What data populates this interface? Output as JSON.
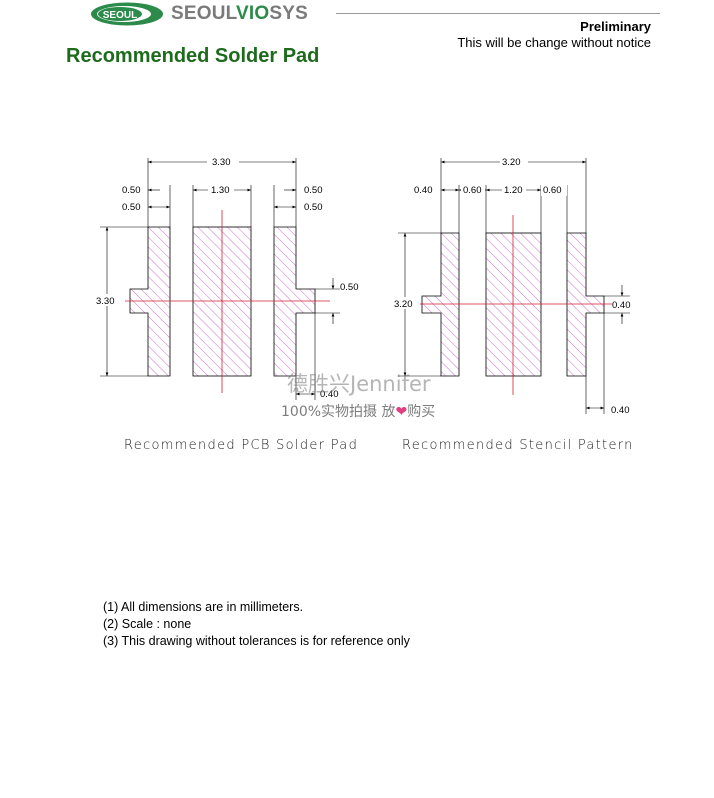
{
  "header": {
    "logo_badge_text": "SEOUL",
    "brand_part1": "SEOUL",
    "brand_part2": "VIO",
    "brand_part3": "SYS",
    "status": "Preliminary",
    "notice": "This will be change without notice"
  },
  "title": "Recommended Solder Pad",
  "colors": {
    "title_green": "#1e6b1e",
    "brand_green": "#2c8a4a",
    "pad_hatch": "#c04cc0",
    "center_line": "#d02030"
  },
  "pcb_pad": {
    "caption": "Recommended PCB Solder Pad",
    "overall_width": "3.30",
    "left_gap_top": "0.50",
    "left_gap_second": "0.50",
    "center_pad_width": "1.30",
    "right_gap_top": "0.50",
    "right_gap_second": "0.50",
    "height": "3.30",
    "tab_height": "0.50",
    "tab_width": "0.40"
  },
  "stencil": {
    "caption": "Recommended Stencil Pattern",
    "overall_width": "3.20",
    "outer_left": "0.40",
    "left_gap": "0.60",
    "center_width": "1.20",
    "right_gap": "0.60",
    "height": "3.20",
    "tab_height": "0.40",
    "tab_width": "0.40"
  },
  "watermark": {
    "line1": "德胜兴Jennifer",
    "line2_a": "100%实物拍摄  放",
    "heart": "❤",
    "line2_b": "购买"
  },
  "notes": [
    "(1) All dimensions are in millimeters.",
    "(2) Scale :  none",
    "(3) This drawing without tolerances is for reference only"
  ]
}
